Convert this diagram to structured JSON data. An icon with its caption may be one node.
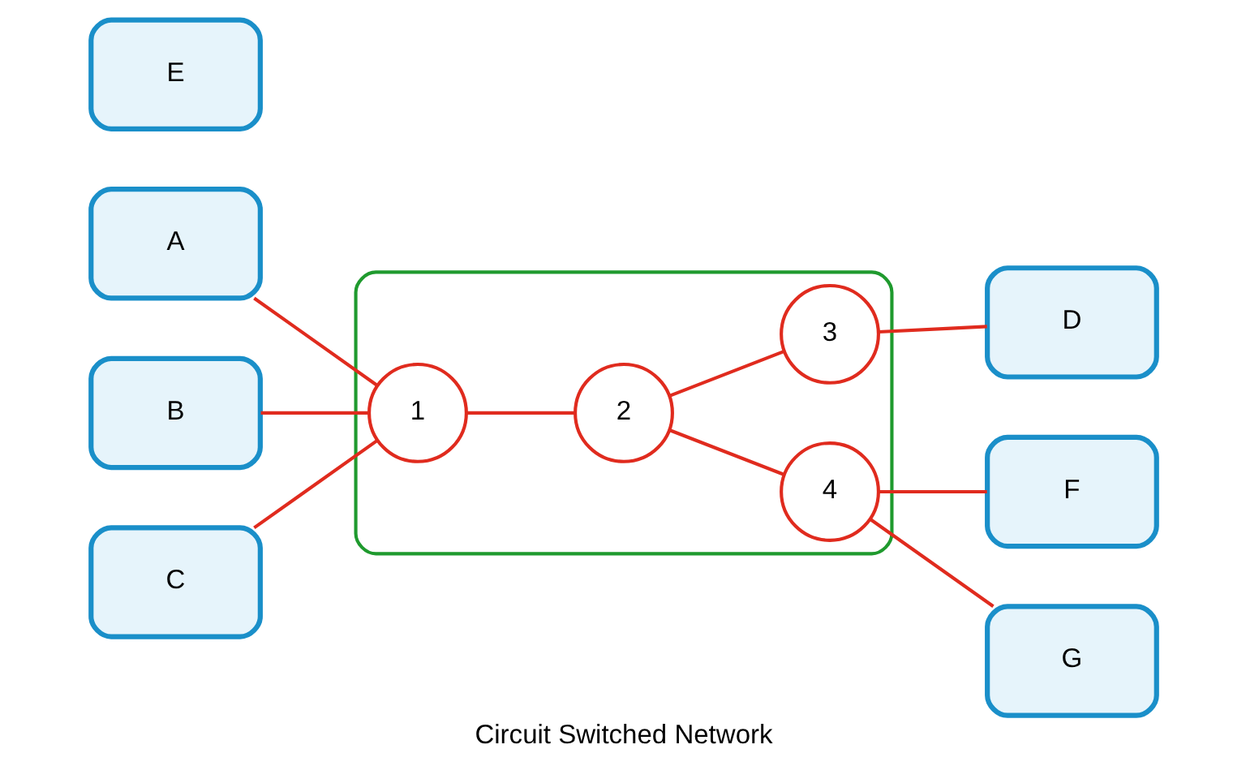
{
  "diagram": {
    "caption": "Circuit Switched Network",
    "nodes": [
      {
        "text": [
          "A"
        ]
      },
      {
        "text": [
          "B"
        ]
      },
      {
        "text": [
          "C"
        ]
      },
      {
        "text": [],
        "shape": "ellipse"
      },
      {
        "text": [
          "1"
        ],
        "in": 3
      },
      {
        "text": [
          "2"
        ],
        "in": 3
      },
      {
        "text": [
          "3"
        ],
        "in": 3
      },
      {
        "text": [
          "4"
        ],
        "in": 3
      },
      {
        "text": [
          "D"
        ]
      },
      {
        "text": [
          "E"
        ]
      },
      {
        "text": [
          "F"
        ]
      },
      {
        "text": [
          "G"
        ]
      }
    ],
    "edges": [
      {
        "from": 0,
        "to": 4,
        "arrow": "none"
      },
      {
        "from": 1,
        "to": 4,
        "arrow": "none"
      },
      {
        "from": 2,
        "to": 4,
        "arrow": "none"
      },
      {
        "from": 4,
        "to": 5,
        "arrow": "none"
      },
      {
        "from": 5,
        "to": 6,
        "arrow": "none"
      },
      {
        "from": 6,
        "to": 8,
        "arrow": "none"
      },
      {
        "from": 5,
        "to": 7,
        "arrow": "none"
      },
      {
        "from": 7,
        "to": 10,
        "arrow": "none"
      },
      {
        "from": 7,
        "to": 11,
        "arrow": "none"
      }
    ]
  }
}
